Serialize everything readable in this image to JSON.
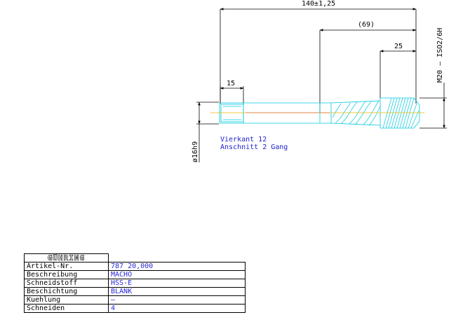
{
  "drawing": {
    "dimensions": {
      "overall_length": "140±1,25",
      "reference_length": "(69)",
      "thread_length": "25",
      "square_length": "15",
      "shank_diameter": "ø16h9",
      "thread_spec": "M20 – ISO2/6H"
    },
    "notes": {
      "line1": "Vierkant 12",
      "line2": "Anschnitt 2 Gang"
    }
  },
  "titleblock": {
    "brand": "GÜHRING",
    "rows": [
      {
        "label": "Artikel-Nr.",
        "value": "787 20,000"
      },
      {
        "label": "Beschreibung",
        "value": "MACHO"
      },
      {
        "label": "Schneidstoff",
        "value": "HSS-E"
      },
      {
        "label": "Beschichtung",
        "value": "BLANK"
      },
      {
        "label": "Kuehlung",
        "value": "–"
      },
      {
        "label": "Schneiden",
        "value": "4"
      }
    ]
  },
  "colors": {
    "geometry": "#00c8e0",
    "dimension": "#000000",
    "text_blue": "#2828d8",
    "centerline": "#e8b800"
  }
}
